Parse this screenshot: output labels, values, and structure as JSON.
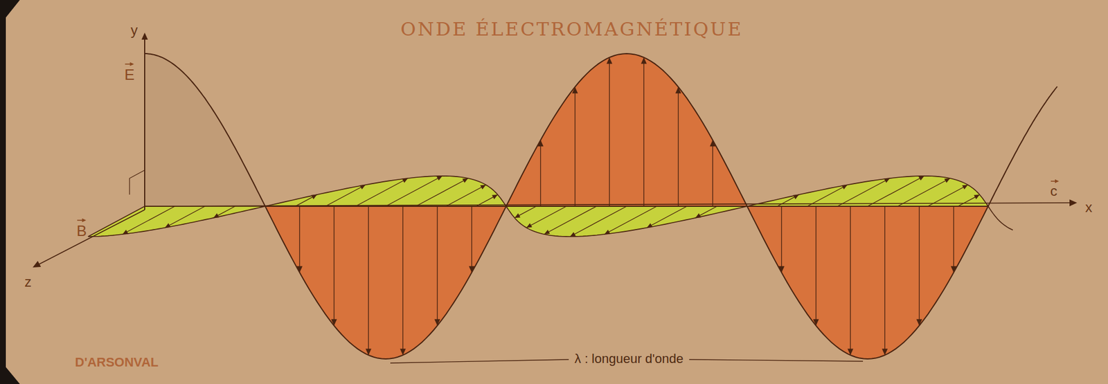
{
  "diagram": {
    "title": "ONDE ÉLECTROMAGNÉTIQUE",
    "labels": [
      "y",
      "E",
      "B",
      "z",
      "c",
      "x",
      "λ : longueur d'onde",
      "D'ARSONVAL"
    ]
  }
}
